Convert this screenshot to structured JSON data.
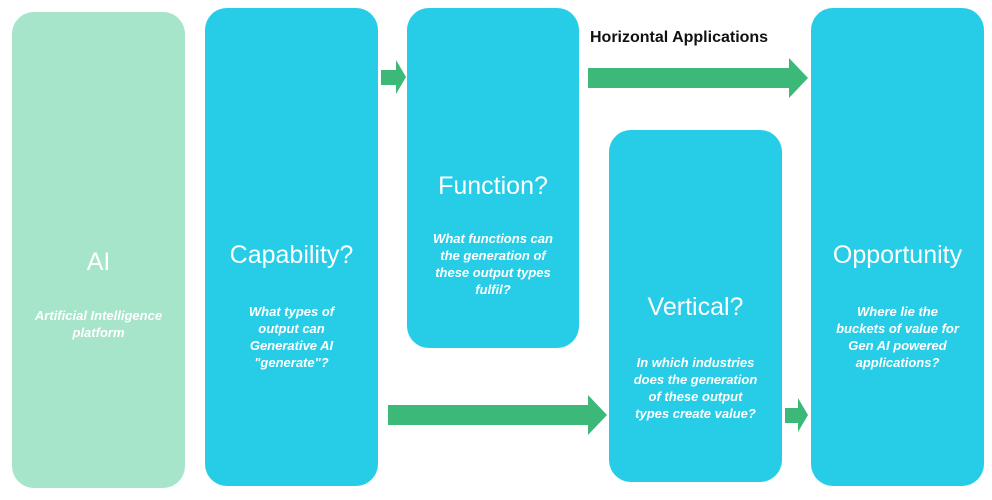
{
  "colors": {
    "ai_box": "#a6e5c9",
    "main_box": "#27cde6",
    "arrow": "#3cb878"
  },
  "boxes": {
    "ai": {
      "title": "AI",
      "desc_lines": [
        "Artificial Intelligence",
        "platform"
      ]
    },
    "capability": {
      "title": "Capability?",
      "desc_lines": [
        "What types of",
        "output can",
        "Generative AI",
        "\"generate\"?"
      ]
    },
    "function": {
      "title": "Function?",
      "desc_lines": [
        "What functions can",
        "the generation of",
        "these output types",
        "fulfil?"
      ]
    },
    "vertical": {
      "title": "Vertical?",
      "desc_lines": [
        "In which industries",
        "does the generation",
        "of these output",
        "types create value?"
      ]
    },
    "opportunity": {
      "title": "Opportunity",
      "desc_lines": [
        "Where lie the",
        "buckets of value for",
        "Gen AI powered",
        "applications?"
      ]
    }
  },
  "horizontal_label": "Horizontal Applications"
}
